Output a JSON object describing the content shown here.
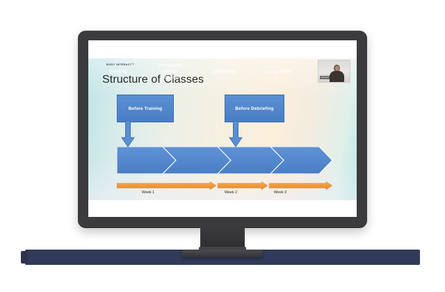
{
  "scene": {
    "background_color": "#ffffff",
    "navy_band_color": "#313a58"
  },
  "monitor": {
    "bezel_color": "#3b3b3d",
    "screen_background": "#fdfdfd"
  },
  "slide": {
    "logo": "BODY INTERACT™",
    "title": "Structure of Classes",
    "background_gradient_from": "#bfe4e8",
    "background_gradient_mid": "#fbeedd",
    "background_gradient_to": "#b9e8e6",
    "accent_blue": "#4a7ec4",
    "accent_orange": "#ed9a3c",
    "trigger_boxes": [
      {
        "label": "Before Training"
      },
      {
        "label": "Before Debriefing"
      }
    ],
    "process_steps": [
      {
        "label": "Briefing"
      },
      {
        "label": "Simulation\n(Virtual\nPatient)"
      },
      {
        "label": "Debriefing"
      },
      {
        "label": "Assignment"
      }
    ],
    "timeline": {
      "segments": [
        {
          "label": "Week 1"
        },
        {
          "label": "Week 2"
        },
        {
          "label": "Week 3"
        }
      ]
    }
  },
  "webcam": {
    "participant_name": "Speaker"
  }
}
